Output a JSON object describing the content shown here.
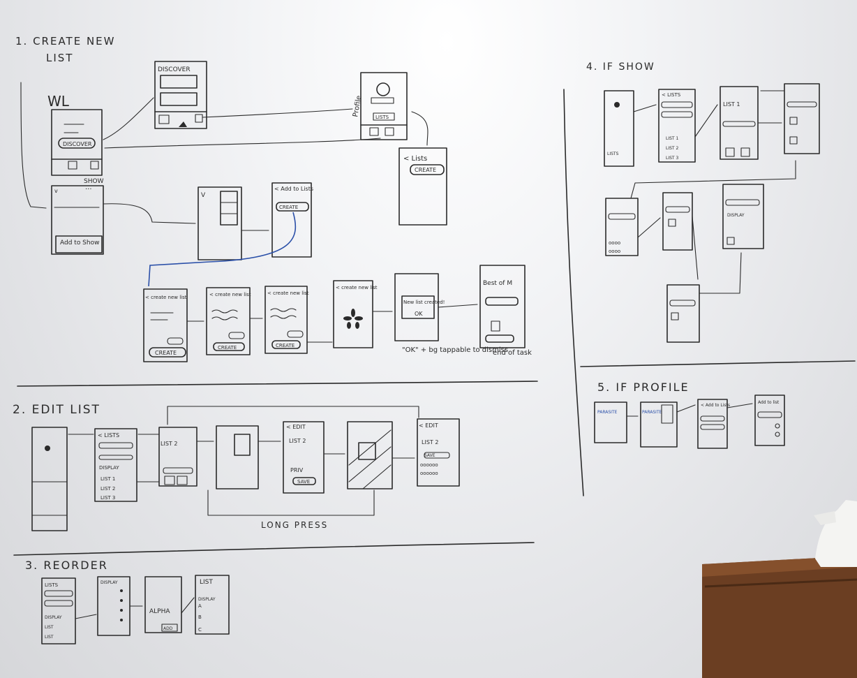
{
  "sections": [
    {
      "title": "1. CREATE NEW",
      "title2": "LIST"
    },
    {
      "title": "2. EDIT LIST"
    },
    {
      "title": "3. REORDER"
    },
    {
      "title": "4. IF SHOW"
    },
    {
      "title": "5. IF PROFILE"
    }
  ],
  "labels": {
    "wl": "WL",
    "discover": "DISCOVER",
    "discover_btn": "DISCOVER",
    "profile": "Profile",
    "lists": "LISTS",
    "lists_back": "< Lists",
    "create": "CREATE",
    "add_to_lists": "< Add to Lists",
    "create_new_list": "< create new list",
    "new_list_created": "New list created!",
    "ok": "OK",
    "best_of": "Best of M",
    "end_of_task": "end of task",
    "ok_note": "\"OK\" + bg tappable to dismiss",
    "show": "SHOW",
    "add_show": "Add to Show",
    "lists_menu": "< LISTS",
    "display": "DISPLAY",
    "list1": "LIST 1",
    "list2": "LIST 2",
    "list3": "LIST 3",
    "edit": "< EDIT",
    "priv": "PRIV",
    "save": "SAVE",
    "long_press": "LONG PRESS",
    "alpha": "ALPHA",
    "add": "ADD",
    "a": "A",
    "b": "B",
    "c": "C",
    "list": "LIST",
    "parasite": "PARASITE",
    "add_to_list": "Add to list"
  }
}
